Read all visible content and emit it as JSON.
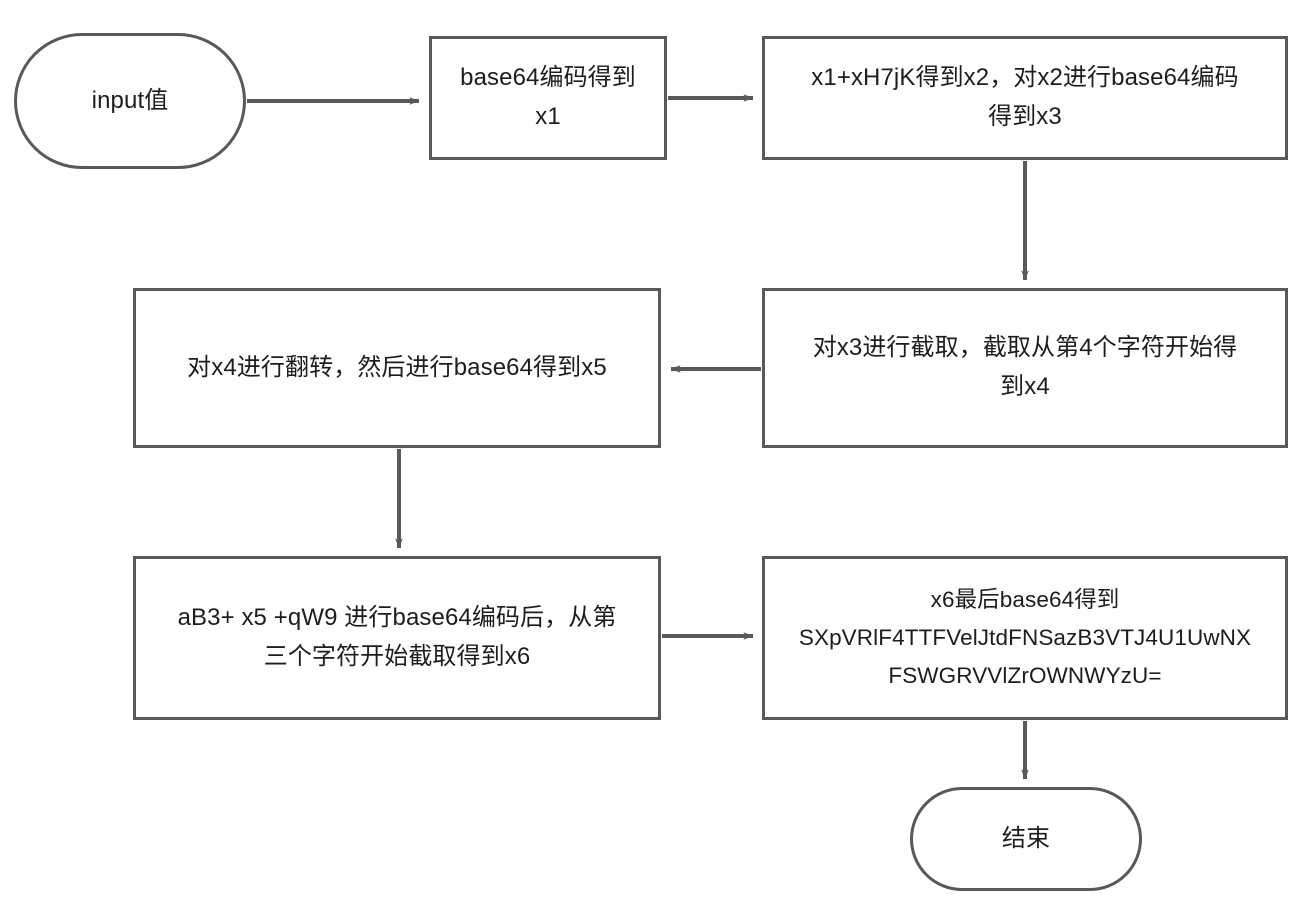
{
  "diagram": {
    "title": "base64 encoding flowchart",
    "stroke_color": "#595959",
    "text_color": "#1d1d1d",
    "background": "#ffffff",
    "nodes": {
      "input": {
        "label": "input值",
        "shape": "terminator"
      },
      "x1": {
        "label": "base64编码得到\nx1",
        "shape": "process"
      },
      "x3": {
        "label": "x1+xH7jK得到x2，对x2进行base64编码\n得到x3",
        "shape": "process"
      },
      "x4": {
        "label": "对x3进行截取，截取从第4个字符开始得\n到x4",
        "shape": "process"
      },
      "x5": {
        "label": "对x4进行翻转，然后进行base64得到x5",
        "shape": "process"
      },
      "x6": {
        "label": "aB3+ x5 +qW9 进行base64编码后，从第\n三个字符开始截取得到x6",
        "shape": "process"
      },
      "result": {
        "label": "x6最后base64得到\nSXpVRlF4TTFVelJtdFNSazB3VTJ4U1UwNX\nFSWGRVVlZrOWNWYzU=",
        "shape": "process"
      },
      "end": {
        "label": "结束",
        "shape": "terminator"
      }
    },
    "edges": [
      {
        "id": "e1",
        "from": "input",
        "to": "x1",
        "direction": "right"
      },
      {
        "id": "e2",
        "from": "x1",
        "to": "x3",
        "direction": "right"
      },
      {
        "id": "e3",
        "from": "x3",
        "to": "x4",
        "direction": "down"
      },
      {
        "id": "e4",
        "from": "x4",
        "to": "x5",
        "direction": "left"
      },
      {
        "id": "e5",
        "from": "x5",
        "to": "x6",
        "direction": "down"
      },
      {
        "id": "e6",
        "from": "x6",
        "to": "result",
        "direction": "right"
      },
      {
        "id": "e7",
        "from": "result",
        "to": "end",
        "direction": "down"
      }
    ]
  }
}
